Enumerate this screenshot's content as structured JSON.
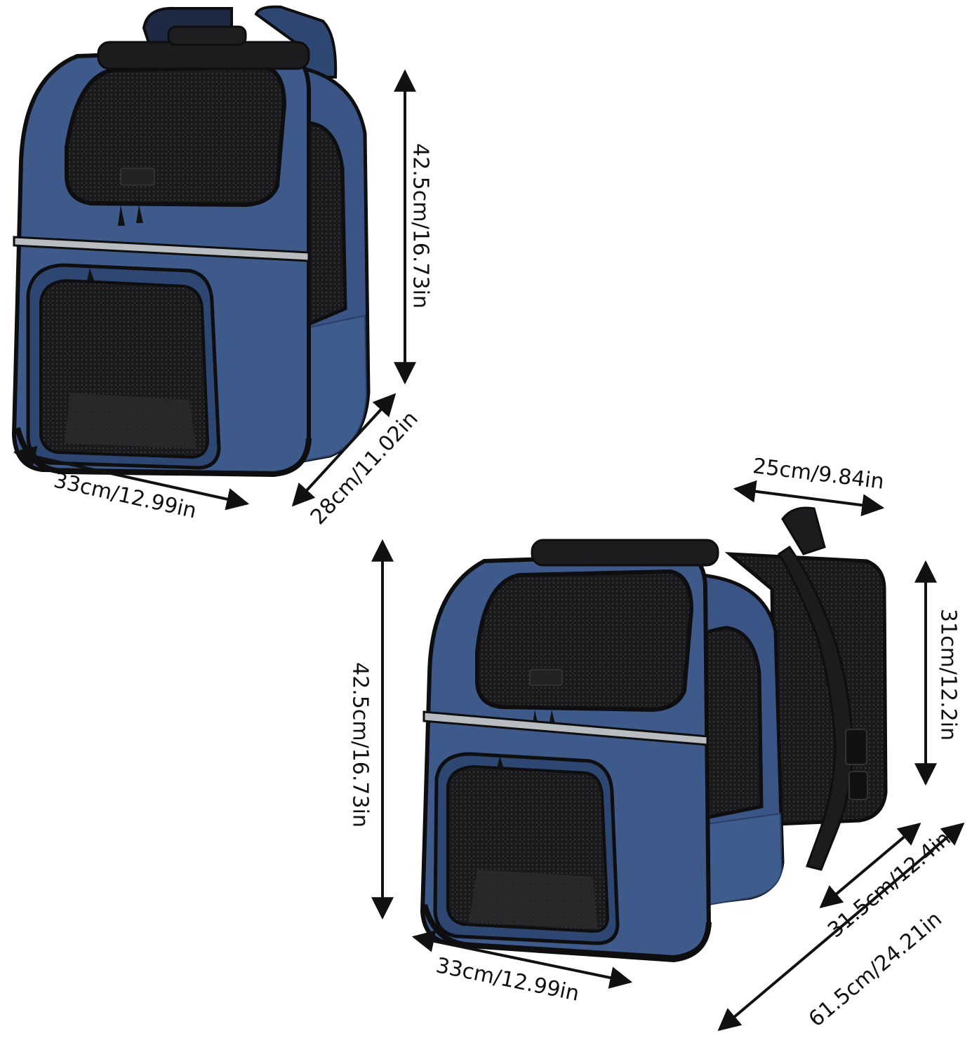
{
  "colors": {
    "fabric": "#3d5a8a",
    "fabric_dark": "#2e4772",
    "fabric_light": "#4b6aa0",
    "mesh": "#1c1c1e",
    "mesh_mid": "#2a2a2d",
    "trim": "#0e0e10",
    "reflective": "#b9bcc0",
    "arrow": "#111111"
  },
  "icons": {
    "carrier_standard": "pet-carrier-backpack-icon",
    "carrier_expanded": "expanded-pet-carrier-backpack-icon"
  },
  "standard": {
    "height_label": "42.5cm/16.73in",
    "depth_label": "28cm/11.02in",
    "width_label": "33cm/12.99in"
  },
  "expanded": {
    "extension_width_label": "25cm/9.84in",
    "extension_height_label": "31cm/12.2in",
    "extension_depth_label": "31.5cm/12.4in",
    "total_length_label": "61.5cm/24.21in",
    "height_label": "42.5cm/16.73in",
    "width_label": "33cm/12.99in"
  }
}
